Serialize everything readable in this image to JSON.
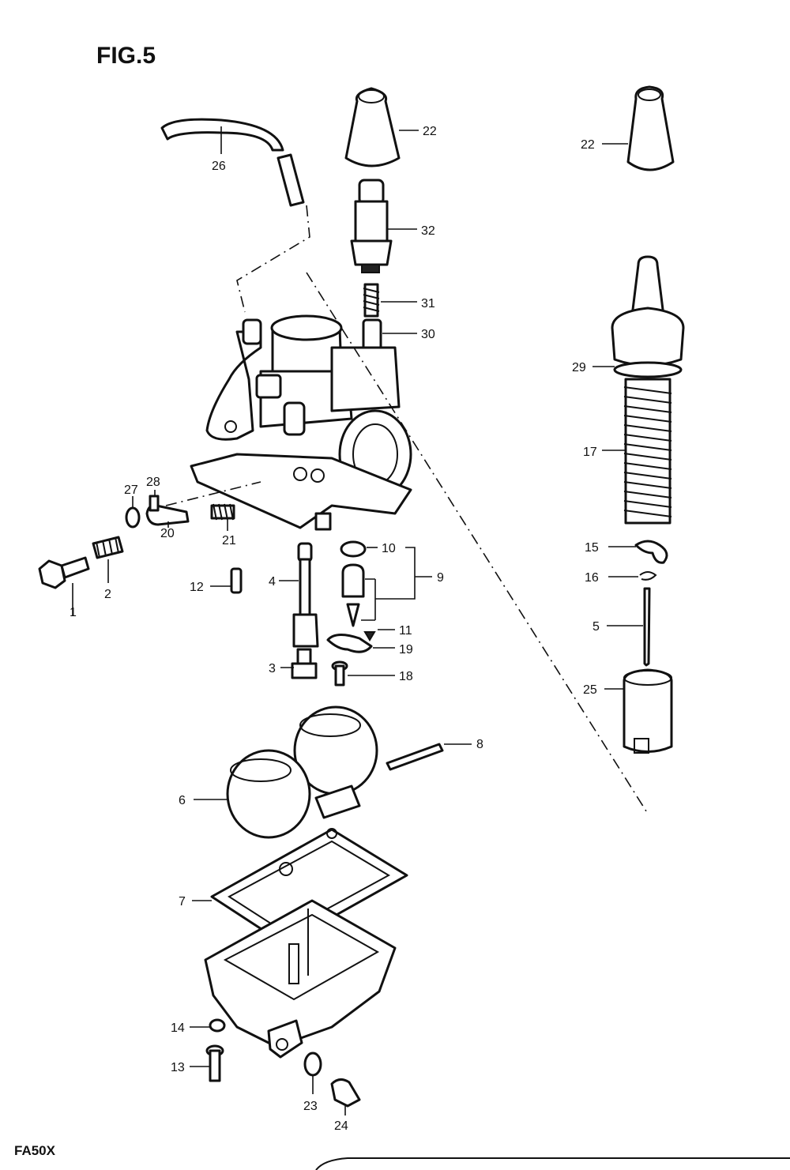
{
  "figure": {
    "title": "FIG.5",
    "model": "FA50X"
  },
  "callouts": {
    "c1": "1",
    "c2": "2",
    "c3": "3",
    "c4": "4",
    "c5": "5",
    "c6": "6",
    "c7": "7",
    "c8": "8",
    "c9": "9",
    "c10": "10",
    "c11": "11",
    "c12": "12",
    "c13": "13",
    "c14": "14",
    "c15": "15",
    "c16": "16",
    "c17": "17",
    "c18": "18",
    "c19": "19",
    "c20": "20",
    "c21": "21",
    "c22a": "22",
    "c22b": "22",
    "c23": "23",
    "c24": "24",
    "c25": "25",
    "c26": "26",
    "c27": "27",
    "c28": "28",
    "c29": "29",
    "c30": "30",
    "c31": "31",
    "c32": "32"
  }
}
